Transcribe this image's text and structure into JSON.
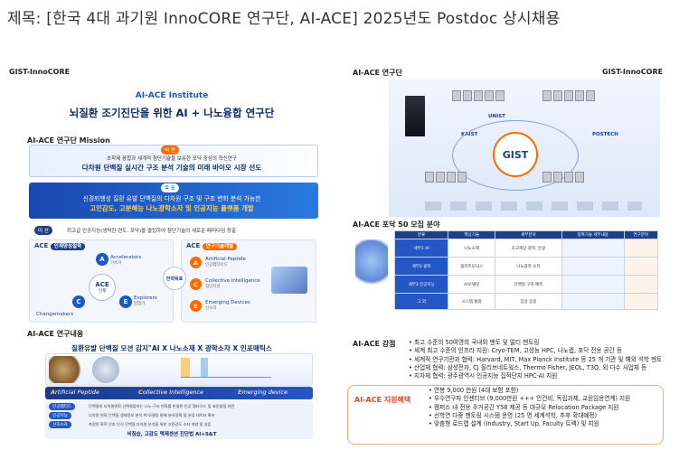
{
  "page_title": "제목: [한국 4대 과기원 InnoCORE 연구단, AI-ACE] 2025년도 Postdoc 상시채용",
  "left_slide": {
    "corner_label": "GIST-InnoCORE",
    "institute": "AI-ACE Institute",
    "headline": "뇌질환 조기진단을 위한 AI + 나노융합 연구단",
    "mission_label": "AI-ACE 연구단 Mission",
    "vision_tag": "비 전",
    "vision_small": "초학제 융합과 세계적 첨단기술을 보유한 포닥 중심의 혁신연구",
    "vision_main": "다차원 단백질 실시간 구조 분석 기술의 미래 바이오 시장 선도",
    "goal_tag": "목 표",
    "goal_line1": "신경퇴행성 질환 유발 단백질의 다차원 구조 및 구조 변화 분석 가능한",
    "goal_line2": "고민감도, 고분해능 나노광학소자 및 인공지능 플랫폼 개발",
    "mission_tag": "미 션",
    "mission_text": "최고급 인공지능(생략한 연도, 포닥)을 결집하여 첨단기술의 새로운 패러다임 창출",
    "ace_left_badge": "인재양성철학",
    "ace_right_badge": "연구기술개발",
    "ace_center_word": "ACE",
    "ace_center_sub": "인재",
    "strategy_tag": "전략목표",
    "left_items": [
      "Accelerators",
      "Changemakers",
      "Explorers"
    ],
    "left_items_sub": [
      "가속자",
      "변화주도자",
      "탐험가"
    ],
    "right_items": [
      "Artificial Peptide",
      "Collective Intelligence",
      "Emerging Devices"
    ],
    "right_items_sub": [
      "인공펩타이드",
      "집단지성",
      "신소자"
    ],
    "content_label": "AI-ACE 연구내용",
    "content_title": "질환유발 단백질 모션 감지\"AI X 나노소재 X 광학소자 X 인포매틱스",
    "research_band": [
      "rtificial Peptide",
      "ollective Intelligence",
      "merging device"
    ],
    "research_band_prefix": [
      "A",
      "C",
      "E"
    ],
    "bottom_rows": [
      {
        "tag": "인공펩티드",
        "text": "단백질의 다차원변화 선택결합하는 나노-구조 변화를 반영한 인공 펩타이드 및 표준물질 마련"
      },
      {
        "tag": "인공지능",
        "text": "다차원 변화 단백질 생체정보 분석 AI 모델링 통해 분석정확 및 분류 데이터 확보"
      },
      {
        "tag": "신조소자",
        "text": "측정된 화학 신호 인식 단백질 다차원 분석을 위한 고민감도 소자 개발 및 실증"
      }
    ],
    "footer": "비침습, 고감도 멕제센션 진단법 AI+S&T"
  },
  "right_panel": {
    "org_label": "AI-ACE 연구단",
    "corner_label": "GIST-InnoCORE",
    "org_top_names": [
      "UNIST",
      "KAIST",
      "GIST",
      "POSTECH"
    ],
    "org_center": "GIST",
    "postdoc_label": "AI-ACE 포닥 50 모집 분야",
    "table_headers": [
      "분류",
      "핵심기술",
      "세부분야",
      "참여기술 세부내용",
      "연구분야"
    ],
    "table_rows": [
      [
        "세부1 AI",
        "나노소재",
        "초고해상 광학, 분광"
      ],
      [
        "세부2 광학",
        "플라즈모닉스",
        "나노광학 소자"
      ],
      [
        "세부3 인공지능",
        "AI모델링",
        "단백질 구조 예측"
      ],
      [
        "그 외",
        "시스템 통합",
        "임상 응용"
      ]
    ],
    "strength_label": "AI-ACE 강점",
    "strengths": [
      "최고 수준의 50여명의 국내외 멘토 및 멀티 멘토링",
      "세계 최고 수준의 인프라 지원: Cryo-TEM, 고성능 HPC, 나노랩, 포닥 전용 공간 등",
      "세계적 연구기관과 협력: Harvard, MIT, Max Planck Institute 등 25 개 기관 및 해외 석학 멘토",
      "산업체 협력: 삼성전자, CJ 올리브네트웍스, Thermo Fisher, JEOL, T3Q, 외 다수 사업체 등",
      "지자체 협력: 광주광역시 인공지능 집적단지 HPC-AI 지원"
    ],
    "benefit_label": "AI-ACE 지원혜택",
    "benefits": [
      "연봉 9,000 만원  (4대 보험 포함)",
      "우수연구자 인센티브 (9,000만원 +++ 인건비, 독립과제, 교원임용연계) 지원",
      "캠퍼스 내 전용 주거공간 Y58 제공 등 대규모 Relocation Package 지원",
      "선학연 다중 멘토링 시스템 운영 (25 명 세계석학, 추후 확대예정)",
      "맞춤형 로드맵 설계 (Industry, Start Up, Faculty 트랙) 및 지원"
    ]
  },
  "colors": {
    "brand_blue": "#1d56c8",
    "navy": "#0c2a6a",
    "benefit_red": "#e24b2a",
    "benefit_border": "#f0a97c",
    "accent_orange": "#ff6a00",
    "light_bg": "#e6effc"
  }
}
